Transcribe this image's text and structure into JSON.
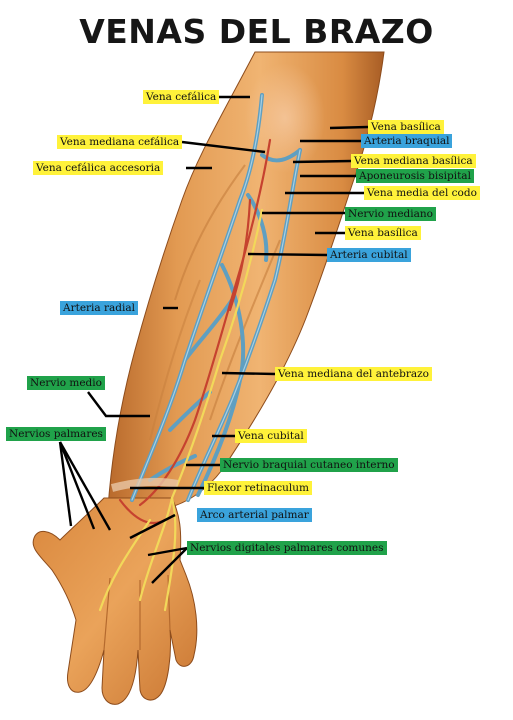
{
  "title": "VENAS DEL BRAZO",
  "colors": {
    "vein_label_bg": "#fff23a",
    "artery_label_bg": "#3aa3dc",
    "nerve_label_bg": "#20a24a",
    "skin": "#e6a15a",
    "vein": "#5f9fc1",
    "artery": "#c6422f",
    "nerve": "#f2d85a"
  },
  "labels": {
    "vena_cefalica": "Vena cefálica",
    "vena_mediana_cefalica": "Vena mediana cefálica",
    "vena_cefalica_accesoria": "Vena cefálica accesoria",
    "vena_basilica_top": "Vena basílica",
    "arteria_braquial": "Arteria braquial",
    "vena_mediana_basilica": "Vena mediana basílica",
    "aponeurosis_bisipital": "Aponeurosis bisipital",
    "vena_media_del_codo": "Vena media del codo",
    "nervio_mediano": "Nervio mediano",
    "vena_basilica_mid": "Vena basílica",
    "arteria_cubital": "Arteria cubital",
    "arteria_radial": "Arteria radial",
    "nervio_medio": "Nervio medio",
    "vena_mediana_antebrazo": "Vena mediana del antebrazo",
    "nervios_palmares": "Nervios palmares",
    "vena_cubital": "Vena cubital",
    "nervio_braquial_cutaneo": "Nervio braquial cutaneo interno",
    "flexor_retinaculum": "Flexor retinaculum",
    "arco_arterial_palmar": "Arco arterial palmar",
    "nervios_digitales": "Nervios digitales palmares comunes"
  }
}
